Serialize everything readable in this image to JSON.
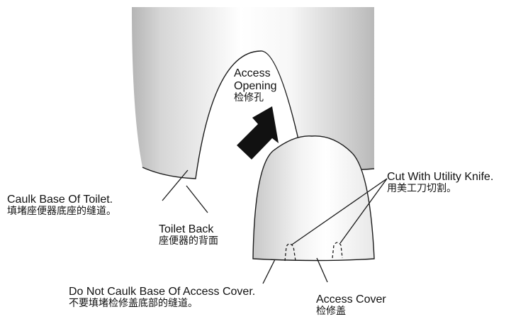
{
  "labels": {
    "access_opening": {
      "en_line1": "Access",
      "en_line2": "Opening",
      "zh": "检修孔"
    },
    "cut_with_knife": {
      "en": "Cut With Utility Knife.",
      "zh": "用美工刀切割。"
    },
    "caulk_base": {
      "en": "Caulk Base Of Toilet.",
      "zh": "填堵座便器底座的缝道。"
    },
    "toilet_back": {
      "en": "Toilet Back",
      "zh": "座便器的背面"
    },
    "do_not_caulk": {
      "en": "Do Not Caulk Base Of Access Cover.",
      "zh": "不要填堵检修盖底部的缝道。"
    },
    "access_cover": {
      "en": "Access Cover",
      "zh": "检修盖"
    }
  },
  "colors": {
    "outline": "#1a1a1a",
    "arrow": "#111111",
    "shade_dark": "#b9b9b9",
    "shade_light": "#ffffff"
  }
}
